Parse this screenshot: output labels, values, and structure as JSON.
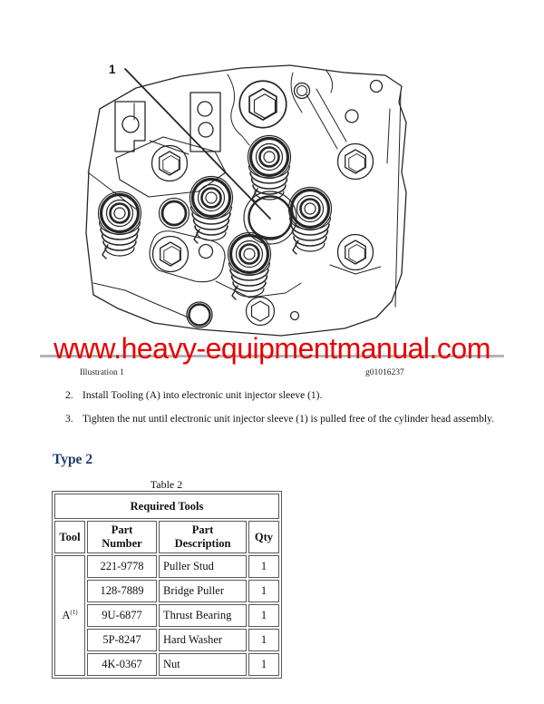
{
  "document": {
    "watermark": {
      "text": "www.heavy-equipmentmanual.com",
      "color": "#e80000"
    },
    "illustration": {
      "callout": "1",
      "caption_left": "Illustration 1",
      "caption_right": "g01016237"
    },
    "steps": [
      {
        "number": "2.",
        "text": "Install Tooling (A) into electronic unit injector sleeve (1)."
      },
      {
        "number": "3.",
        "text": "Tighten the nut until electronic unit injector sleeve (1) is pulled free of the cylinder head assembly."
      }
    ],
    "section_heading": {
      "text": "Type 2",
      "color": "#1f3a6e"
    },
    "table": {
      "caption": "Table 2",
      "title": "Required Tools",
      "headers": {
        "tool": "Tool",
        "part_number": "Part Number",
        "part_description": "Part Description",
        "qty": "Qty"
      },
      "tool_group": {
        "label": "A",
        "footnote_marker": "(1)"
      },
      "rows": [
        {
          "part_number": "221-9778",
          "description": "Puller Stud",
          "qty": "1"
        },
        {
          "part_number": "128-7889",
          "description": "Bridge Puller",
          "qty": "1"
        },
        {
          "part_number": "9U-6877",
          "description": "Thrust Bearing",
          "qty": "1"
        },
        {
          "part_number": "5P-8247",
          "description": "Hard Washer",
          "qty": "1"
        },
        {
          "part_number": "4K-0367",
          "description": "Nut",
          "qty": "1"
        }
      ]
    }
  }
}
